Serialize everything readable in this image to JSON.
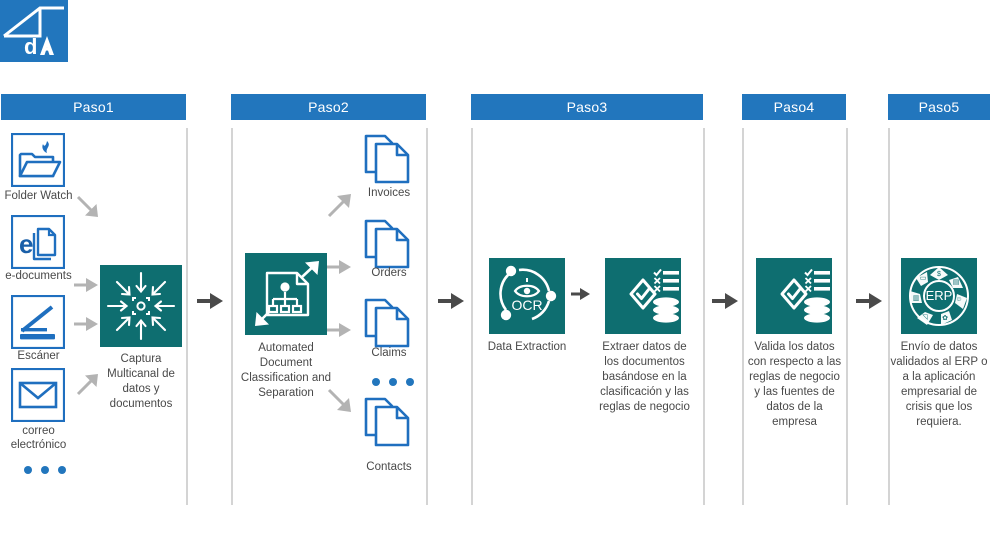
{
  "logo": {
    "text": "dA",
    "color": "#2276bd",
    "name": "da-logo"
  },
  "theme": {
    "brand_blue": "#2276bd",
    "icon_blue": "#1f6fbf",
    "teal": "#0e6e70",
    "arrow_gray": "#b3b3b3",
    "arrow_dark": "#4a4a4a",
    "divider": "#d4d4d4",
    "text": "#494949"
  },
  "steps": [
    {
      "id": "paso1",
      "label": "Paso1"
    },
    {
      "id": "paso2",
      "label": "Paso2"
    },
    {
      "id": "paso3",
      "label": "Paso3"
    },
    {
      "id": "paso4",
      "label": "Paso4"
    },
    {
      "id": "paso5",
      "label": "Paso5"
    }
  ],
  "step1": {
    "sources": [
      {
        "icon": "folder-watch-icon",
        "label": "Folder Watch"
      },
      {
        "icon": "e-documents-icon",
        "label": "e-documents"
      },
      {
        "icon": "scanner-icon",
        "label": "Escáner"
      },
      {
        "icon": "email-icon",
        "label": "correo\nelectrónico"
      }
    ],
    "more_indicator": "•••",
    "capture": {
      "icon": "multichannel-capture-icon",
      "label": "Captura Multicanal de datos y documentos",
      "lines": [
        "Captura",
        "Multicanal de",
        "datos y",
        "documentos"
      ]
    }
  },
  "step2": {
    "process": {
      "icon": "document-classification-icon",
      "lines": [
        "Automated",
        "Document",
        "Classification and",
        "Separation"
      ]
    },
    "outputs": [
      {
        "icon": "documents-icon",
        "label": "Invoices"
      },
      {
        "icon": "documents-icon",
        "label": "Orders"
      },
      {
        "icon": "documents-icon",
        "label": "Claims"
      },
      {
        "icon": "documents-icon",
        "label": "Contacts"
      }
    ],
    "more_indicator": "•••"
  },
  "step3": {
    "extraction": {
      "icon": "ocr-data-extraction-icon",
      "label": "Data Extraction"
    },
    "rules": {
      "icon": "validate-rules-database-icon",
      "lines": [
        "Extraer datos de",
        "los documentos",
        "basándose en la",
        "clasificación y las",
        "reglas de negocio"
      ]
    }
  },
  "step4": {
    "validate": {
      "icon": "validate-rules-database-icon",
      "lines": [
        "Valida los datos",
        "con respecto a las",
        "reglas de negocio",
        "y las fuentes de",
        "datos de la",
        "empresa"
      ]
    }
  },
  "step5": {
    "erp": {
      "icon": "erp-cycle-icon",
      "badge_text": "ERP",
      "lines": [
        "Envío de datos",
        "validados al ERP o",
        "a la aplicación",
        "empresarial de",
        "crisis que los",
        "requiera."
      ]
    }
  },
  "connectors": {
    "main_arrows": [
      "arrow-right-1",
      "arrow-right-2",
      "arrow-right-3",
      "arrow-right-4"
    ],
    "step1_feeds": [
      "arrow-down-right",
      "arrow-right",
      "arrow-right",
      "arrow-up-right"
    ],
    "step2_branches": [
      "arrow-up-right",
      "arrow-right",
      "arrow-right",
      "arrow-down-right"
    ],
    "step3_inner": "arrow-right-small"
  }
}
